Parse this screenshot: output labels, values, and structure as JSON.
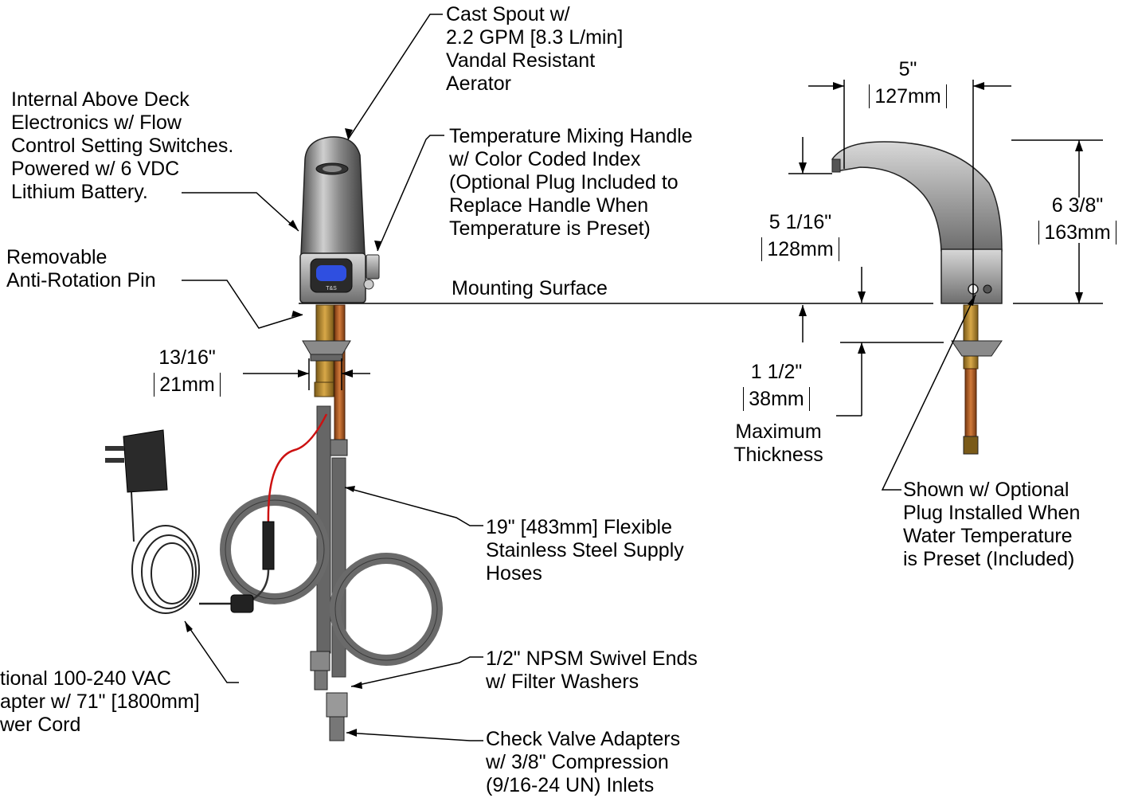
{
  "labels": {
    "spout": [
      "Cast Spout w/",
      "2.2 GPM [8.3 L/min]",
      "Vandal Resistant",
      "Aerator"
    ],
    "electronics": [
      "Internal Above Deck",
      "Electronics w/ Flow",
      "Control Setting Switches.",
      "Powered w/ 6 VDC",
      "Lithium Battery."
    ],
    "handle": [
      "Temperature Mixing Handle",
      "w/ Color Coded Index",
      "(Optional Plug Included to",
      "Replace Handle When",
      "Temperature is Preset)"
    ],
    "pin": [
      "Removable",
      "Anti-Rotation Pin"
    ],
    "mounting_surface": "Mounting Surface",
    "hoses": [
      "19\" [483mm] Flexible",
      "Stainless Steel Supply",
      "Hoses"
    ],
    "swivel": [
      "1/2\" NPSM Swivel Ends",
      "w/ Filter Washers"
    ],
    "check_valve": [
      "Check Valve Adapters",
      "w/ 3/8\" Compression",
      "(9/16-24 UN) Inlets"
    ],
    "adapter": [
      "tional 100-240 VAC",
      "apter w/ 71\" [1800mm]",
      "wer Cord"
    ],
    "plug": [
      "Shown w/ Optional",
      "Plug Installed When",
      "Water Temperature",
      "is Preset (Included)"
    ],
    "max_thickness": [
      "Maximum",
      "Thickness"
    ]
  },
  "dimensions": {
    "shank": {
      "inch": "13/16\"",
      "mm": "21mm"
    },
    "reach": {
      "inch": "5\"",
      "mm": "127mm"
    },
    "spout_height": {
      "inch": "5 1/16\"",
      "mm": "128mm"
    },
    "overall_height": {
      "inch": "6 3/8\"",
      "mm": "163mm"
    },
    "deck_thickness": {
      "inch": "1 1/2\"",
      "mm": "38mm"
    }
  },
  "colors": {
    "chrome": "#8a8a8a",
    "brass": "#b8862b",
    "copper": "#b0602a",
    "sensor_blue": "#2f4fe0",
    "hose": "#666666",
    "wire_red": "#cc1111"
  }
}
